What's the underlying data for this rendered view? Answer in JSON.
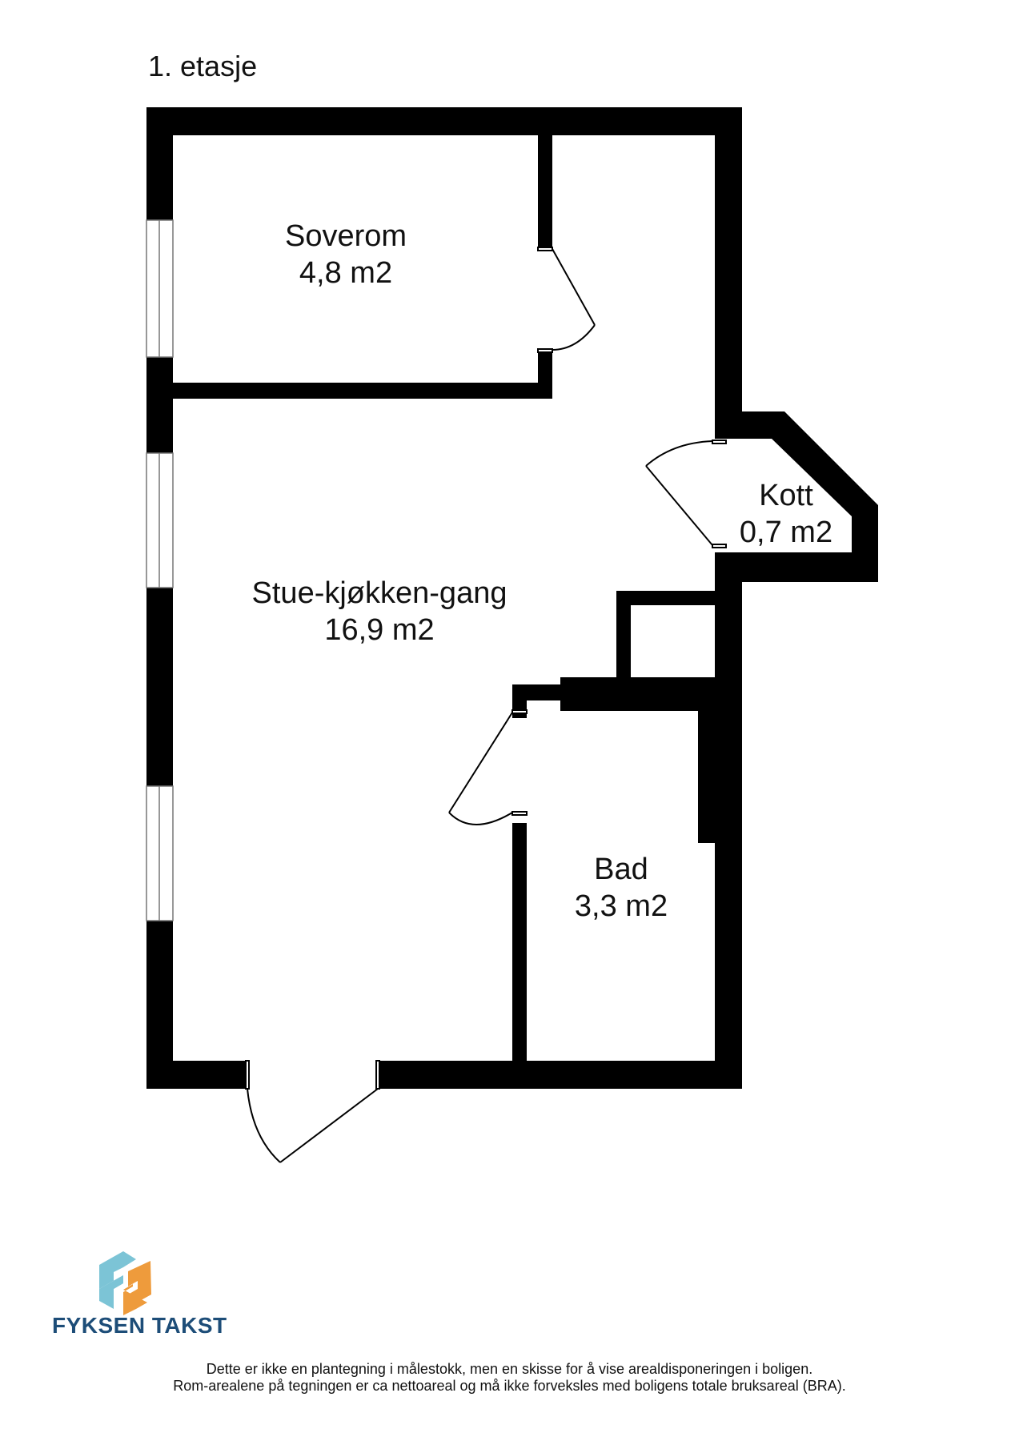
{
  "floor": {
    "title": "1. etasje"
  },
  "rooms": [
    {
      "name": "Soverom",
      "area": "4,8 m2"
    },
    {
      "name": "Kott",
      "area": "0,7 m2"
    },
    {
      "name": "Stue-kjøkken-gang",
      "area": "16,9 m2"
    },
    {
      "name": "Bad",
      "area": "3,3 m2"
    }
  ],
  "brand": {
    "name": "FYKSEN TAKST",
    "colors": {
      "text": "#1d4d78",
      "blue": "#7cc4d6",
      "orange": "#ee9b3c"
    }
  },
  "disclaimer": {
    "line1": "Dette er ikke en plantegning i målestokk, men en skisse for å vise arealdisponeringen i boligen.",
    "line2": "Rom-arealene på tegningen er ca nettoareal og må ikke forveksles med boligens totale bruksareal (BRA)."
  },
  "colors": {
    "wall": "#000000",
    "background": "#ffffff"
  }
}
